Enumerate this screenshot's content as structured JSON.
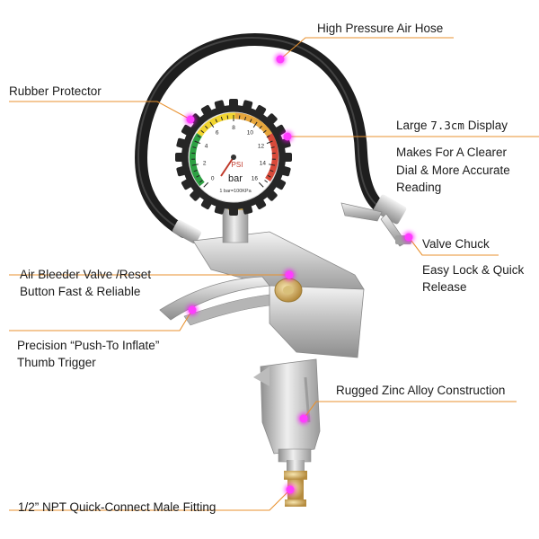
{
  "colors": {
    "leader": "#e8912f",
    "hotspot": "#ff3cff",
    "hose": "#1e1e1e",
    "metal": "#c9c9c9",
    "bezel": "#262626",
    "brass": "#c9a560"
  },
  "gauge": {
    "unit_psi": "PSI",
    "unit_bar": "bar",
    "conversion": "1 bar=100KPa",
    "bar_ticks": [
      "0",
      "2",
      "4",
      "6",
      "8",
      "10",
      "12",
      "14",
      "16"
    ]
  },
  "callouts": {
    "hose": "High Pressure Air Hose",
    "rubber": "Rubber Protector",
    "display_prefix": "Large",
    "display_size": "7.3cm",
    "display_suffix": "Display",
    "display_line2": "Makes For A Clearer",
    "display_line3": "Dial & More Accurate",
    "display_line4": "Reading",
    "chuck": "Valve Chuck",
    "chuck_line2": "Easy Lock & Quick",
    "chuck_line3": "Release",
    "bleeder_line1": "Air Bleeder Valve /Reset",
    "bleeder_line2": "Button Fast & Reliable",
    "trigger_line1": "Precision “Push-To Inflate”",
    "trigger_line2": "Thumb Trigger",
    "zinc": "Rugged Zinc Alloy Construction",
    "fitting": "1/2” NPT Quick-Connect Male Fitting"
  }
}
